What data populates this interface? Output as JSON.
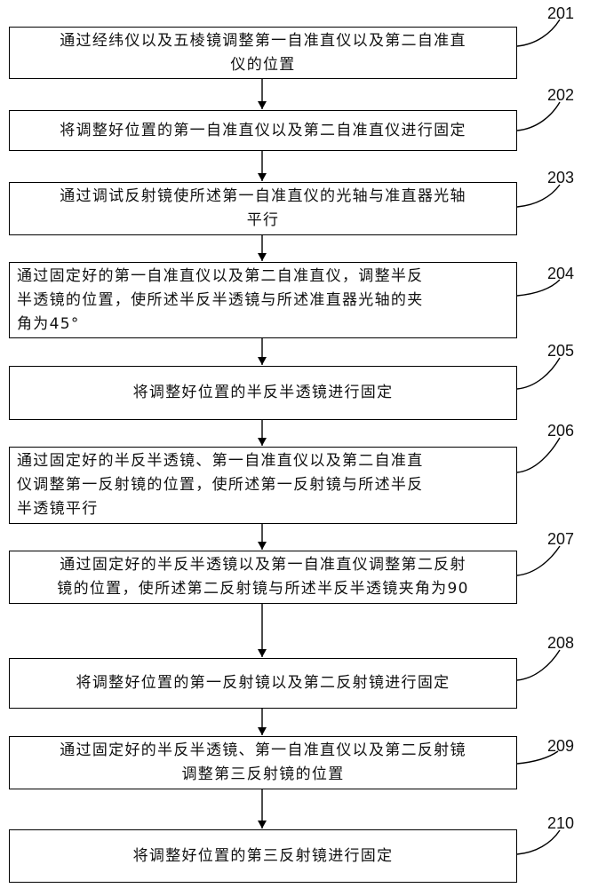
{
  "steps": [
    {
      "id": "201",
      "text": "通过经纬仪以及五棱镜调整第一自准直仪以及第二自准直\n仪的位置"
    },
    {
      "id": "202",
      "text": "将调整好位置的第一自准直仪以及第二自准直仪进行固定"
    },
    {
      "id": "203",
      "text": "通过调试反射镜使所述第一自准直仪的光轴与准直器光轴\n平行"
    },
    {
      "id": "204",
      "text": "通过固定好的第一自准直仪以及第二自准直仪，调整半反\n半透镜的位置，使所述半反半透镜与所述准直器光轴的夹\n角为45°"
    },
    {
      "id": "205",
      "text": "将调整好位置的半反半透镜进行固定"
    },
    {
      "id": "206",
      "text": "通过固定好的半反半透镜、第一自准直仪以及第二自准直\n仪调整第一反射镜的位置，使所述第一反射镜与所述半反\n半透镜平行"
    },
    {
      "id": "207",
      "text": "通过固定好的半反半透镜以及第一自准直仪调整第二反射\n镜的位置，使所述第二反射镜与所述半反半透镜夹角为90"
    },
    {
      "id": "208",
      "text": "将调整好位置的第一反射镜以及第二反射镜进行固定"
    },
    {
      "id": "209",
      "text": "通过固定好的半反半透镜、第一自准直仪以及第二反射镜\n调整第三反射镜的位置"
    },
    {
      "id": "210",
      "text": "将调整好位置的第三反射镜进行固定"
    }
  ]
}
